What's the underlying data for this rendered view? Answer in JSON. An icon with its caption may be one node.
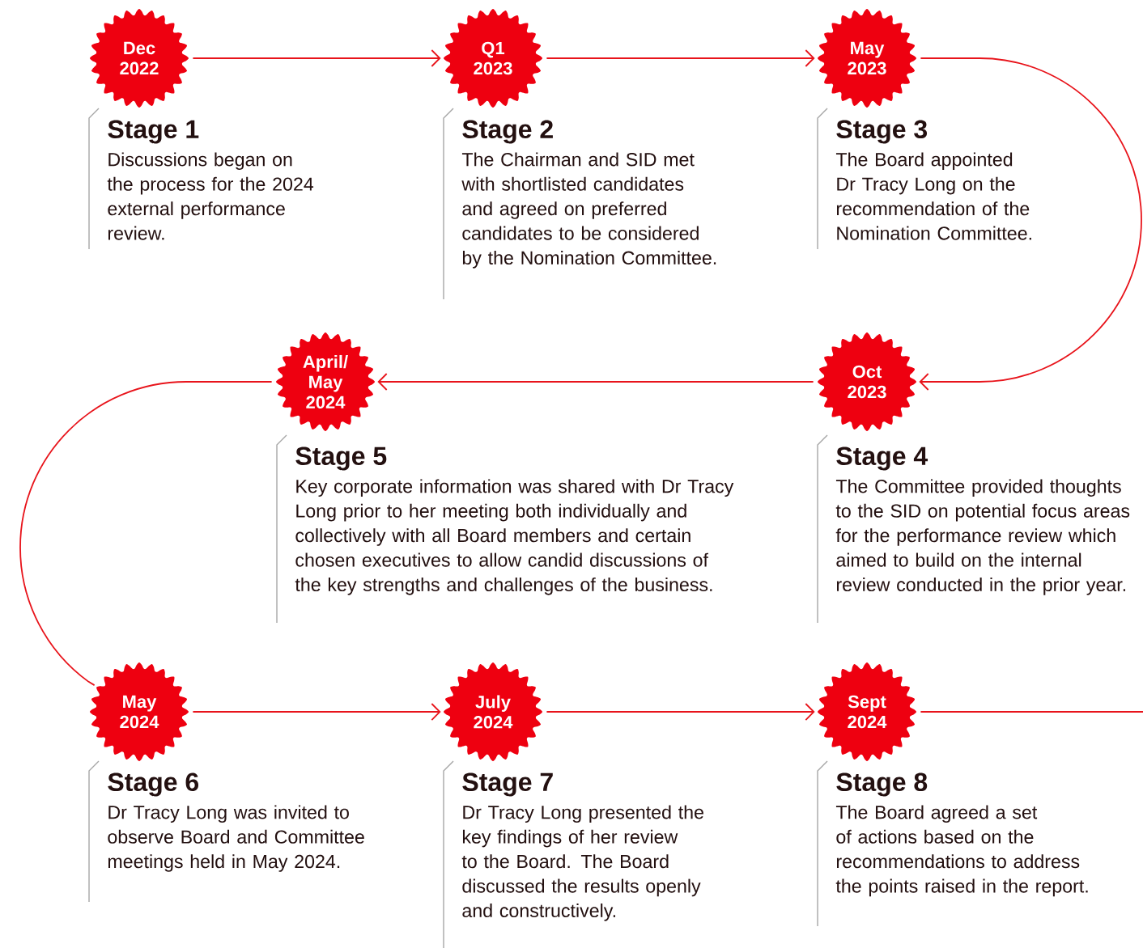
{
  "diagram": {
    "nodes": [
      {
        "text": [
          "Dec 2022"
        ],
        "beside": [
          "Stage 1",
          "Discussions began on the process for the 2024 external performance review."
        ]
      },
      {
        "text": [
          "Q1 2023"
        ],
        "beside": [
          "Stage 2",
          "The Chairman and SID met with shortlisted candidates and agreed on preferred candidates to be considered by the Nomination Committee."
        ]
      },
      {
        "text": [
          "May 2023"
        ],
        "beside": [
          "Stage 3",
          "The Board appointed Dr Tracy Long on the recommendation of the Nomination Committee."
        ]
      },
      {
        "text": [
          "Oct 2023"
        ],
        "beside": [
          "Stage 4",
          "The Committee provided thoughts to the SID on potential focus areas for the performance review which aimed to build on the internal review conducted in the prior year."
        ]
      },
      {
        "text": [
          "April/ May 2024"
        ],
        "beside": [
          "Stage 5",
          "Key corporate information was shared with Dr Tracy Long prior to her meeting both individually and collectively with all Board members and certain chosen executives to allow candid discussions of the key strengths and challenges of the business."
        ]
      },
      {
        "text": [
          "May 2024"
        ],
        "beside": [
          "Stage 6",
          "Dr Tracy Long was invited to observe Board and Committee meetings held in May 2024."
        ]
      },
      {
        "text": [
          "July 2024"
        ],
        "beside": [
          "Stage 7",
          "Dr Tracy Long presented the key findings of her review to the Board. The Board discussed the results openly and constructively."
        ]
      },
      {
        "text": [
          "Sept 2024"
        ],
        "beside": [
          "Stage 8",
          "The Board agreed a set of actions based on the recommendations to address the points raised in the report."
        ]
      }
    ],
    "edges": [
      {
        "from": 0,
        "to": 1,
        "arrow": "to"
      },
      {
        "from": 1,
        "to": 2,
        "arrow": "to"
      },
      {
        "from": 2,
        "to": 3,
        "arrow": "to"
      },
      {
        "from": 3,
        "to": 4,
        "arrow": "to"
      },
      {
        "from": 4,
        "to": 5,
        "arrow": "none"
      },
      {
        "from": 5,
        "to": 6,
        "arrow": "to"
      },
      {
        "from": 6,
        "to": 7,
        "arrow": "to"
      },
      {
        "from": 7,
        "to": null,
        "arrow": "none"
      }
    ]
  }
}
